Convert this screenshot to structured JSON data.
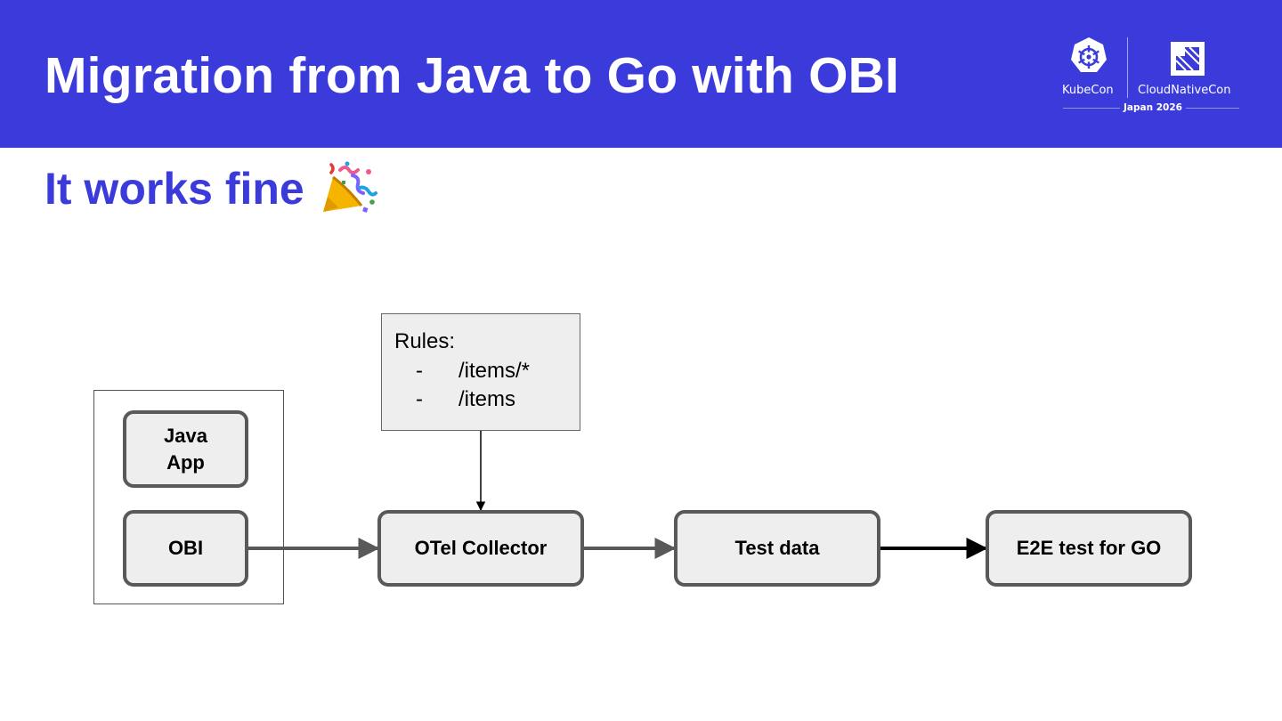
{
  "header": {
    "title": "Migration from Java to Go with OBI",
    "background_color": "#3b3bdb",
    "logo": {
      "left_text": "KubeCon",
      "right_text": "CloudNativeCon",
      "event": "Japan 2026",
      "left_icon": "kubernetes-helm-icon",
      "right_icon": "cncf-icon"
    }
  },
  "subtitle": {
    "text": "It works fine",
    "emoji_icon": "party-popper-icon",
    "color": "#3b3bdb"
  },
  "diagram": {
    "rules_box": {
      "title": "Rules:",
      "items": [
        {
          "bullet": "-",
          "text": "/items/*"
        },
        {
          "bullet": "-",
          "text": "/items"
        }
      ]
    },
    "group": {
      "nodes": [
        {
          "label_line1": "Java",
          "label_line2": "App"
        },
        {
          "label": "OBI"
        }
      ]
    },
    "nodes": {
      "otel": "OTel Collector",
      "test_data": "Test data",
      "e2e": "E2E test for GO"
    },
    "edges": [
      {
        "from": "OBI",
        "to": "OTel Collector",
        "style": "gray"
      },
      {
        "from": "Rules",
        "to": "OTel Collector",
        "style": "thin-black"
      },
      {
        "from": "OTel Collector",
        "to": "Test data",
        "style": "gray"
      },
      {
        "from": "Test data",
        "to": "E2E test for GO",
        "style": "thick-black"
      }
    ]
  }
}
